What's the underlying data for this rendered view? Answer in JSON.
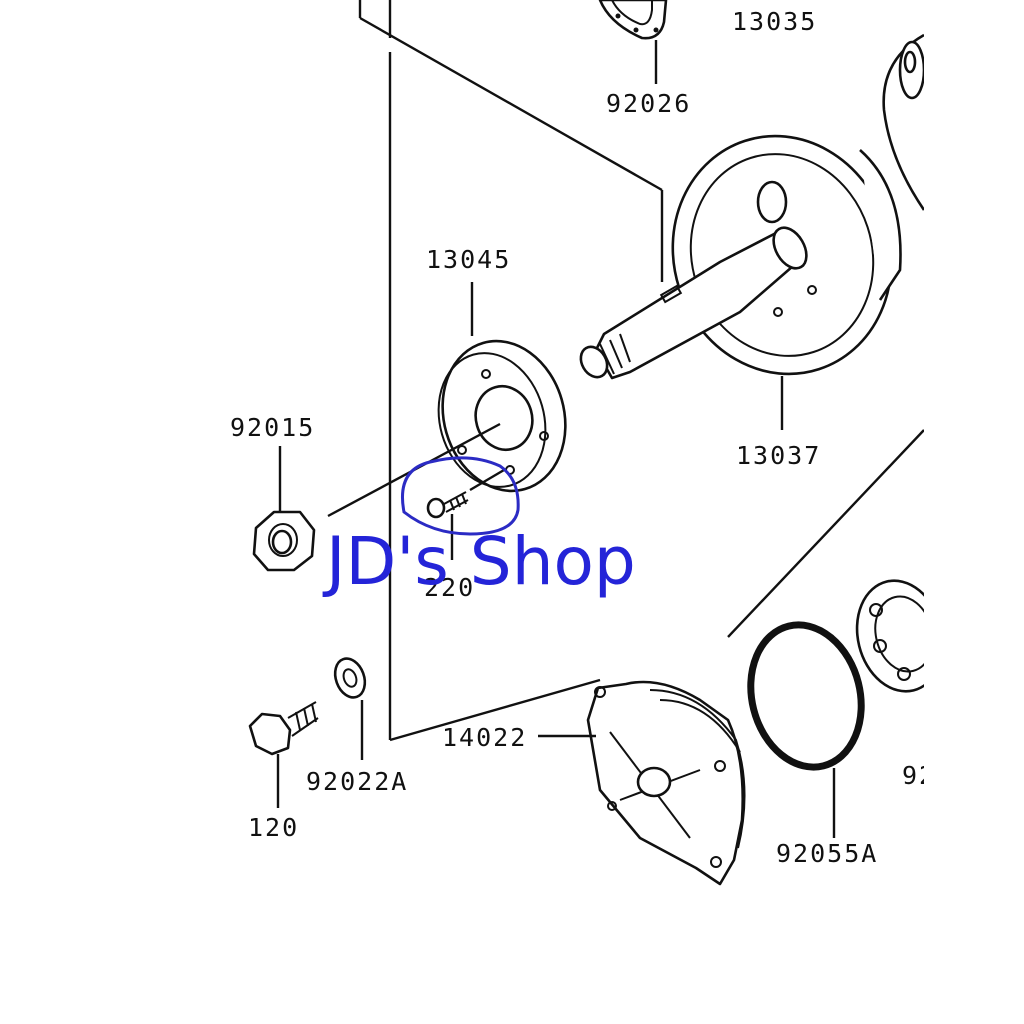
{
  "diagram": {
    "part_labels": {
      "p13035": "13035",
      "p92026": "92026",
      "p13045": "13045",
      "p92015": "92015",
      "p13037": "13037",
      "p220": "220",
      "p14022": "14022",
      "p92022A": "92022A",
      "p120": "120",
      "p92055A": "92055A",
      "p92_partial": "92"
    },
    "watermark": "JD's Shop"
  },
  "colors": {
    "line": "#111111",
    "watermark": "#2424d8",
    "annotation": "#2b2bc4",
    "background": "#ffffff"
  }
}
